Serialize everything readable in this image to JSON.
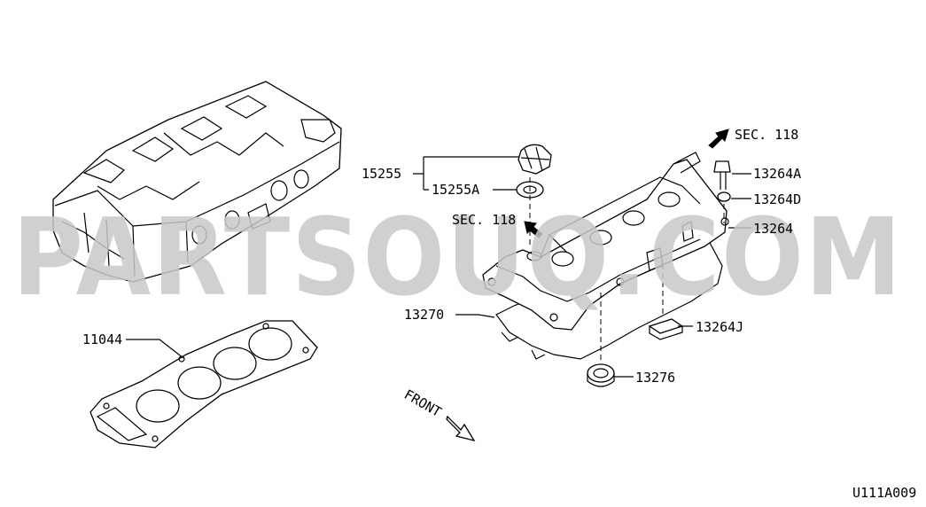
{
  "watermark": "PARTSOUQ.COM",
  "diagram_code": "U111A009",
  "labels": {
    "sec118_top": "SEC. 118",
    "sec118_mid": "SEC. 118",
    "p15255": "15255",
    "p15255A": "15255A",
    "p13264A": "13264A",
    "p13264D": "13264D",
    "p13264": "13264",
    "p11044": "11044",
    "p13270": "13270",
    "p13264J": "13264J",
    "p13276": "13276",
    "front": "FRONT"
  }
}
